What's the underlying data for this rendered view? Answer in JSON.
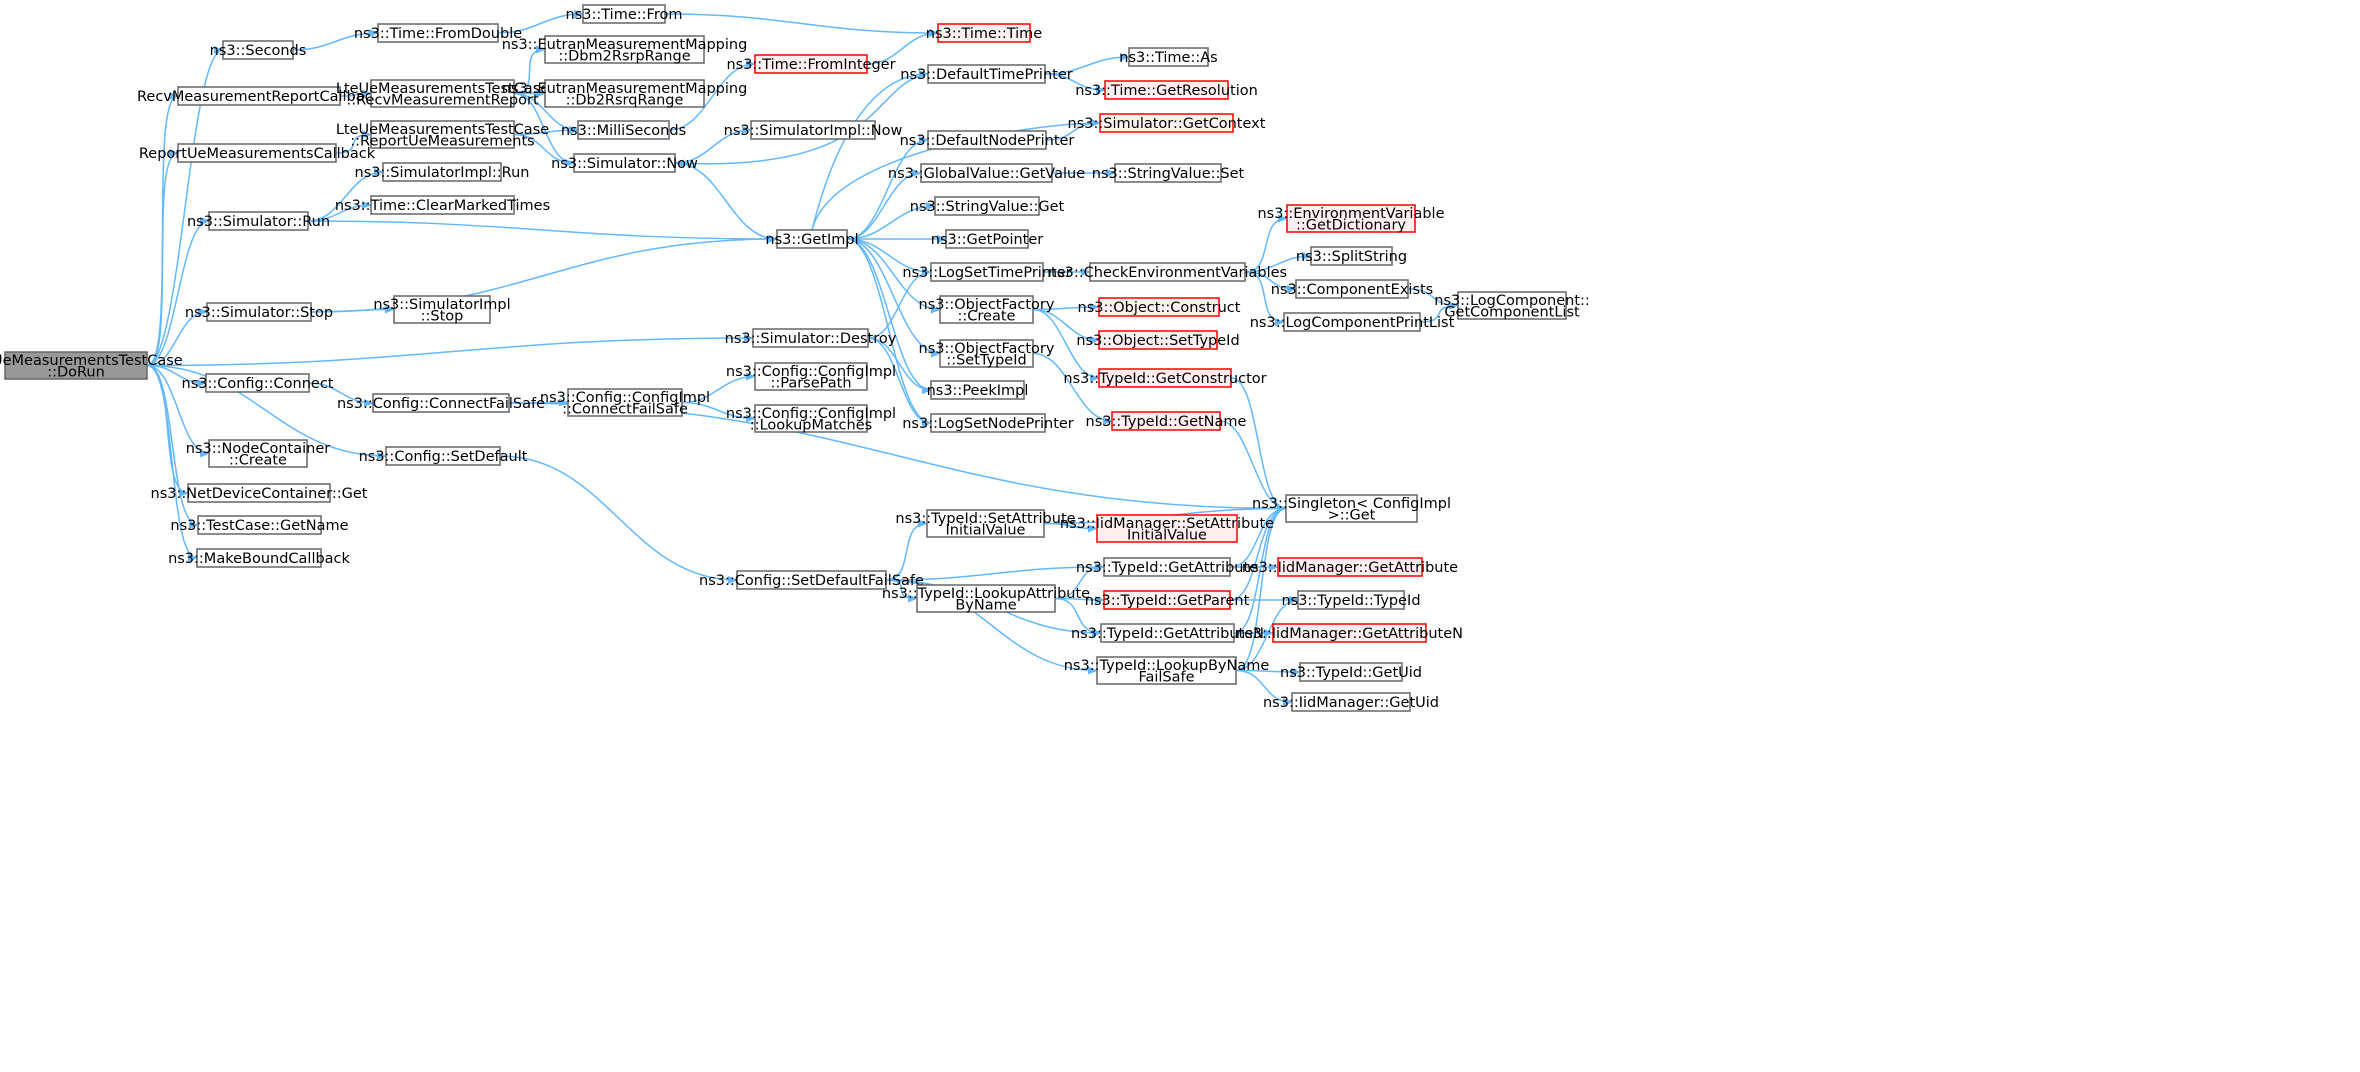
{
  "colors": {
    "edge": "#63b8ff",
    "node_border": "#666666",
    "node_fill": "#ffffff",
    "undocumented_border": "#ff0000",
    "undocumented_fill": "#fff0f0",
    "root_fill": "#999999"
  },
  "nodes": {
    "dorun": {
      "lines": [
        "LteUeMeasurementsTestCase",
        "::DoRun"
      ],
      "kind": "root"
    },
    "seconds": {
      "lines": [
        "ns3::Seconds"
      ]
    },
    "time_fromdouble": {
      "lines": [
        "ns3::Time::FromDouble"
      ]
    },
    "time_from": {
      "lines": [
        "ns3::Time::From"
      ]
    },
    "time_time": {
      "lines": [
        "ns3::Time::Time"
      ],
      "kind": "red"
    },
    "recvcb": {
      "lines": [
        "RecvMeasurementReportCallback"
      ]
    },
    "recvreport": {
      "lines": [
        "LteUeMeasurementsTestCase",
        "::RecvMeasurementReport"
      ]
    },
    "dbm2rsrp": {
      "lines": [
        "ns3::EutranMeasurementMapping",
        "::Dbm2RsrpRange"
      ]
    },
    "db2rsrq": {
      "lines": [
        "ns3::EutranMeasurementMapping",
        "::Db2RsrqRange"
      ]
    },
    "time_frominteger": {
      "lines": [
        "ns3::Time::FromInteger"
      ],
      "kind": "red"
    },
    "milliseconds": {
      "lines": [
        "ns3::MilliSeconds"
      ]
    },
    "reportcb": {
      "lines": [
        "ReportUeMeasurementsCallback"
      ]
    },
    "reportue": {
      "lines": [
        "LteUeMeasurementsTestCase",
        "::ReportUeMeasurements"
      ]
    },
    "simimpl_now": {
      "lines": [
        "ns3::SimulatorImpl::Now"
      ]
    },
    "sim_now": {
      "lines": [
        "ns3::Simulator::Now"
      ]
    },
    "defaulttimeprinter": {
      "lines": [
        "ns3::DefaultTimePrinter"
      ]
    },
    "time_as": {
      "lines": [
        "ns3::Time::As"
      ]
    },
    "time_getresolution": {
      "lines": [
        "ns3::Time::GetResolution"
      ],
      "kind": "red"
    },
    "sim_getcontext": {
      "lines": [
        "ns3::Simulator::GetContext"
      ],
      "kind": "red"
    },
    "defaultnodeprinter": {
      "lines": [
        "ns3::DefaultNodePrinter"
      ]
    },
    "globalvalue_getvalue": {
      "lines": [
        "ns3::GlobalValue::GetValue"
      ]
    },
    "stringvalue_set": {
      "lines": [
        "ns3::StringValue::Set"
      ]
    },
    "stringvalue_get": {
      "lines": [
        "ns3::StringValue::Get"
      ]
    },
    "simimpl_run": {
      "lines": [
        "ns3::SimulatorImpl::Run"
      ]
    },
    "time_clearmarked": {
      "lines": [
        "ns3::Time::ClearMarkedTimes"
      ]
    },
    "sim_run": {
      "lines": [
        "ns3::Simulator::Run"
      ]
    },
    "getimpl": {
      "lines": [
        "ns3::GetImpl"
      ]
    },
    "getpointer": {
      "lines": [
        "ns3::GetPointer"
      ]
    },
    "env_getdictionary": {
      "lines": [
        "ns3::EnvironmentVariable",
        "::GetDictionary"
      ],
      "kind": "red"
    },
    "splitstring": {
      "lines": [
        "ns3::SplitString"
      ]
    },
    "logsettimeprinter": {
      "lines": [
        "ns3::LogSetTimePrinter"
      ]
    },
    "checkenv": {
      "lines": [
        "ns3::CheckEnvironmentVariables"
      ]
    },
    "componentexists": {
      "lines": [
        "ns3::ComponentExists"
      ]
    },
    "logcomponent_getlist": {
      "lines": [
        "ns3::LogComponent::",
        "GetComponentList"
      ]
    },
    "logcomponentprintlist": {
      "lines": [
        "ns3::LogComponentPrintList"
      ]
    },
    "sim_stop": {
      "lines": [
        "ns3::Simulator::Stop"
      ]
    },
    "simimpl_stop": {
      "lines": [
        "ns3::SimulatorImpl",
        "::Stop"
      ]
    },
    "objectfactory_create": {
      "lines": [
        "ns3::ObjectFactory",
        "::Create"
      ]
    },
    "object_construct": {
      "lines": [
        "ns3::Object::Construct"
      ],
      "kind": "red"
    },
    "object_settypeid": {
      "lines": [
        "ns3::Object::SetTypeId"
      ],
      "kind": "red"
    },
    "sim_destroy": {
      "lines": [
        "ns3::Simulator::Destroy"
      ]
    },
    "objectfactory_settypeid": {
      "lines": [
        "ns3::ObjectFactory",
        "::SetTypeId"
      ]
    },
    "typeid_getconstructor": {
      "lines": [
        "ns3::TypeId::GetConstructor"
      ],
      "kind": "red"
    },
    "config_connect": {
      "lines": [
        "ns3::Config::Connect"
      ]
    },
    "configimpl_parsepath": {
      "lines": [
        "ns3::Config::ConfigImpl",
        "::ParsePath"
      ]
    },
    "peekimpl": {
      "lines": [
        "ns3::PeekImpl"
      ]
    },
    "config_connectfailsafe": {
      "lines": [
        "ns3::Config::ConnectFailSafe"
      ]
    },
    "configimpl_connectfailsafe": {
      "lines": [
        "ns3::Config::ConfigImpl",
        "::ConnectFailSafe"
      ]
    },
    "configimpl_lookupmatches": {
      "lines": [
        "ns3::Config::ConfigImpl",
        "::LookupMatches"
      ]
    },
    "logsetnodeprinter": {
      "lines": [
        "ns3::LogSetNodePrinter"
      ]
    },
    "typeid_getname": {
      "lines": [
        "ns3::TypeId::GetName"
      ],
      "kind": "red"
    },
    "nodecontainer_create": {
      "lines": [
        "ns3::NodeContainer",
        "::Create"
      ]
    },
    "config_setdefault": {
      "lines": [
        "ns3::Config::SetDefault"
      ]
    },
    "netdevicecontainer_get": {
      "lines": [
        "ns3::NetDeviceContainer::Get"
      ]
    },
    "singleton_get": {
      "lines": [
        "ns3::Singleton< ConfigImpl",
        ">::Get"
      ]
    },
    "testcase_getname": {
      "lines": [
        "ns3::TestCase::GetName"
      ]
    },
    "typeid_setattrinit": {
      "lines": [
        "ns3::TypeId::SetAttribute",
        "InitialValue"
      ]
    },
    "iidmanager_setattrinit": {
      "lines": [
        "ns3::IidManager::SetAttribute",
        "InitialValue"
      ],
      "kind": "red"
    },
    "makeboundcallback": {
      "lines": [
        "ns3::MakeBoundCallback"
      ]
    },
    "config_setdefaultfailsafe": {
      "lines": [
        "ns3::Config::SetDefaultFailSafe"
      ]
    },
    "typeid_getattribute": {
      "lines": [
        "ns3::TypeId::GetAttribute"
      ]
    },
    "iidmanager_getattribute": {
      "lines": [
        "ns3::IidManager::GetAttribute"
      ],
      "kind": "red"
    },
    "typeid_lookupattrbyname": {
      "lines": [
        "ns3::TypeId::LookupAttribute",
        "ByName"
      ]
    },
    "typeid_getparent": {
      "lines": [
        "ns3::TypeId::GetParent"
      ],
      "kind": "red"
    },
    "typeid_typeid": {
      "lines": [
        "ns3::TypeId::TypeId"
      ]
    },
    "typeid_getattributen": {
      "lines": [
        "ns3::TypeId::GetAttributeN"
      ]
    },
    "iidmanager_getattributen": {
      "lines": [
        "ns3::IidManager::GetAttributeN"
      ],
      "kind": "red"
    },
    "typeid_lookupbynamefailsafe": {
      "lines": [
        "ns3::TypeId::LookupByName",
        "FailSafe"
      ]
    },
    "typeid_getuid": {
      "lines": [
        "ns3::TypeId::GetUid"
      ]
    },
    "iidmanager_getuid": {
      "lines": [
        "ns3::IidManager::GetUid"
      ]
    }
  },
  "edges": [
    [
      "dorun",
      "seconds"
    ],
    [
      "dorun",
      "recvcb"
    ],
    [
      "dorun",
      "reportcb"
    ],
    [
      "dorun",
      "sim_run"
    ],
    [
      "dorun",
      "sim_stop"
    ],
    [
      "dorun",
      "sim_destroy"
    ],
    [
      "dorun",
      "config_connect"
    ],
    [
      "dorun",
      "nodecontainer_create"
    ],
    [
      "dorun",
      "config_setdefault"
    ],
    [
      "dorun",
      "netdevicecontainer_get"
    ],
    [
      "dorun",
      "testcase_getname"
    ],
    [
      "dorun",
      "makeboundcallback"
    ],
    [
      "seconds",
      "time_fromdouble"
    ],
    [
      "time_fromdouble",
      "time_from"
    ],
    [
      "time_from",
      "time_time"
    ],
    [
      "recvcb",
      "recvreport"
    ],
    [
      "recvreport",
      "dbm2rsrp"
    ],
    [
      "recvreport",
      "db2rsrq"
    ],
    [
      "recvreport",
      "milliseconds"
    ],
    [
      "recvreport",
      "sim_now"
    ],
    [
      "milliseconds",
      "time_frominteger"
    ],
    [
      "time_frominteger",
      "time_time"
    ],
    [
      "reportcb",
      "reportue"
    ],
    [
      "reportue",
      "milliseconds"
    ],
    [
      "reportue",
      "sim_now"
    ],
    [
      "sim_now",
      "simimpl_now"
    ],
    [
      "sim_now",
      "getimpl"
    ],
    [
      "sim_run",
      "simimpl_run"
    ],
    [
      "sim_run",
      "time_clearmarked"
    ],
    [
      "sim_run",
      "getimpl"
    ],
    [
      "sim_stop",
      "simimpl_stop"
    ],
    [
      "sim_stop",
      "getimpl"
    ],
    [
      "sim_destroy",
      "logsettimeprinter"
    ],
    [
      "sim_destroy",
      "peekimpl"
    ],
    [
      "sim_destroy",
      "logsetnodeprinter"
    ],
    [
      "getimpl",
      "defaulttimeprinter"
    ],
    [
      "getimpl",
      "sim_getcontext"
    ],
    [
      "getimpl",
      "defaultnodeprinter"
    ],
    [
      "getimpl",
      "globalvalue_getvalue"
    ],
    [
      "getimpl",
      "stringvalue_get"
    ],
    [
      "getimpl",
      "getpointer"
    ],
    [
      "getimpl",
      "logsettimeprinter"
    ],
    [
      "getimpl",
      "objectfactory_create"
    ],
    [
      "getimpl",
      "objectfactory_settypeid"
    ],
    [
      "getimpl",
      "peekimpl"
    ],
    [
      "getimpl",
      "logsetnodeprinter"
    ],
    [
      "defaulttimeprinter",
      "time_as"
    ],
    [
      "defaulttimeprinter",
      "time_getresolution"
    ],
    [
      "defaulttimeprinter",
      "sim_now"
    ],
    [
      "defaultnodeprinter",
      "sim_getcontext"
    ],
    [
      "globalvalue_getvalue",
      "stringvalue_set"
    ],
    [
      "logsettimeprinter",
      "checkenv"
    ],
    [
      "checkenv",
      "env_getdictionary"
    ],
    [
      "checkenv",
      "splitstring"
    ],
    [
      "checkenv",
      "componentexists"
    ],
    [
      "checkenv",
      "logcomponentprintlist"
    ],
    [
      "componentexists",
      "logcomponent_getlist"
    ],
    [
      "logcomponentprintlist",
      "logcomponent_getlist"
    ],
    [
      "objectfactory_create",
      "object_construct"
    ],
    [
      "objectfactory_create",
      "object_settypeid"
    ],
    [
      "objectfactory_create",
      "typeid_getconstructor"
    ],
    [
      "objectfactory_settypeid",
      "typeid_getname"
    ],
    [
      "typeid_getconstructor",
      "singleton_get"
    ],
    [
      "typeid_getname",
      "singleton_get"
    ],
    [
      "config_connect",
      "config_connectfailsafe"
    ],
    [
      "config_connectfailsafe",
      "configimpl_connectfailsafe"
    ],
    [
      "config_connectfailsafe",
      "singleton_get"
    ],
    [
      "configimpl_connectfailsafe",
      "configimpl_parsepath"
    ],
    [
      "configimpl_connectfailsafe",
      "configimpl_lookupmatches"
    ],
    [
      "config_setdefault",
      "config_setdefaultfailsafe"
    ],
    [
      "config_setdefaultfailsafe",
      "typeid_setattrinit"
    ],
    [
      "config_setdefaultfailsafe",
      "typeid_getattribute"
    ],
    [
      "config_setdefaultfailsafe",
      "typeid_lookupattrbyname"
    ],
    [
      "config_setdefaultfailsafe",
      "typeid_getattributen"
    ],
    [
      "config_setdefaultfailsafe",
      "typeid_lookupbynamefailsafe"
    ],
    [
      "typeid_setattrinit",
      "singleton_get"
    ],
    [
      "typeid_setattrinit",
      "iidmanager_setattrinit"
    ],
    [
      "typeid_getattribute",
      "singleton_get"
    ],
    [
      "typeid_getattribute",
      "iidmanager_getattribute"
    ],
    [
      "typeid_lookupattrbyname",
      "typeid_getattribute"
    ],
    [
      "typeid_lookupattrbyname",
      "typeid_getparent"
    ],
    [
      "typeid_lookupattrbyname",
      "typeid_getattributen"
    ],
    [
      "typeid_getparent",
      "singleton_get"
    ],
    [
      "typeid_getparent",
      "typeid_typeid"
    ],
    [
      "typeid_getattributen",
      "singleton_get"
    ],
    [
      "typeid_getattributen",
      "iidmanager_getattributen"
    ],
    [
      "typeid_lookupbynamefailsafe",
      "singleton_get"
    ],
    [
      "typeid_lookupbynamefailsafe",
      "typeid_typeid"
    ],
    [
      "typeid_lookupbynamefailsafe",
      "typeid_getuid"
    ],
    [
      "typeid_lookupbynamefailsafe",
      "iidmanager_getuid"
    ]
  ]
}
